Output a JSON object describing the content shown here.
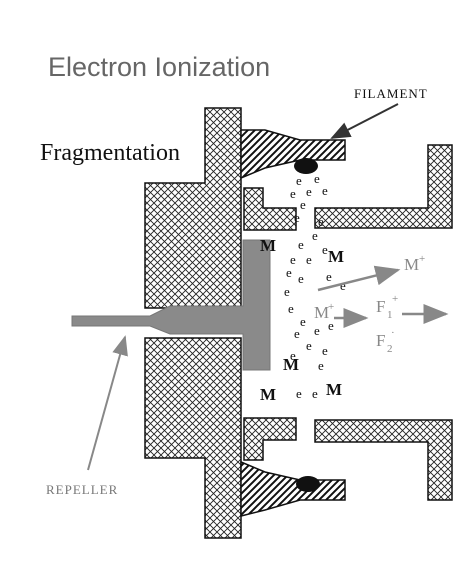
{
  "title": "Electron Ionization",
  "subtitle": "Fragmentation",
  "labels": {
    "filament": "FILAMENT",
    "repeller": "REPELLER"
  },
  "molecule": "M",
  "electron": "e",
  "ions": {
    "molecular_ion": "M",
    "molecular_ion_charge": "+",
    "fragment_1": "F",
    "fragment_1_sub": "1",
    "fragment_1_charge": "+",
    "fragment_2": "F",
    "fragment_2_sub": "2",
    "fragment_2_charge": "·",
    "mid_ion": "M",
    "mid_ion_charge": "+"
  },
  "colors": {
    "title": "#666666",
    "ion_text": "#888888",
    "repeller": "#888888",
    "ink": "#111111"
  }
}
